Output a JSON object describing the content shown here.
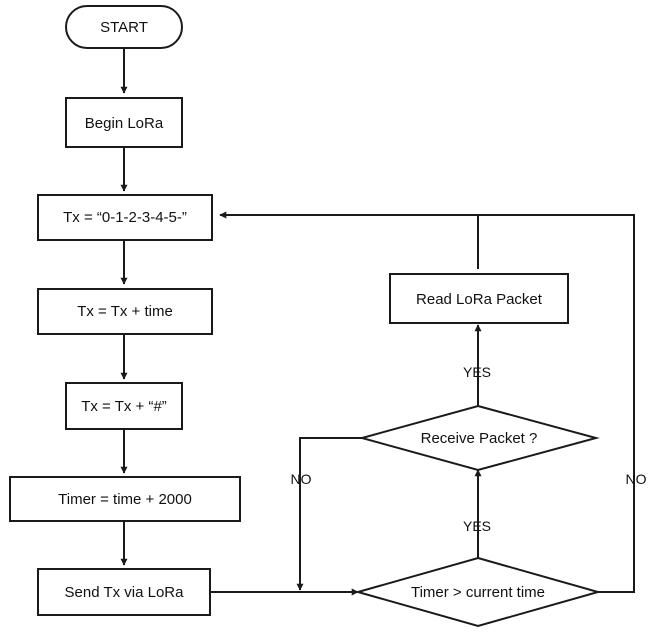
{
  "nodes": {
    "start": "START",
    "begin_lora": "Begin LoRa",
    "tx_init": "Tx = “0-1-2-3-4-5-”",
    "tx_add_time": "Tx = Tx  + time",
    "tx_add_hash": "Tx = Tx + “#”",
    "timer_set": "Timer = time + 2000",
    "send_tx": "Send Tx via LoRa",
    "timer_check": "Timer > current time",
    "receive_check": "Receive Packet ?",
    "read_packet": "Read LoRa Packet"
  },
  "edge_labels": {
    "timer_yes": "YES",
    "receive_yes": "YES",
    "receive_no": "NO",
    "timer_no": "NO"
  },
  "colors": {
    "stroke": "#1a1a1a",
    "fill": "#ffffff",
    "text": "#111111"
  }
}
